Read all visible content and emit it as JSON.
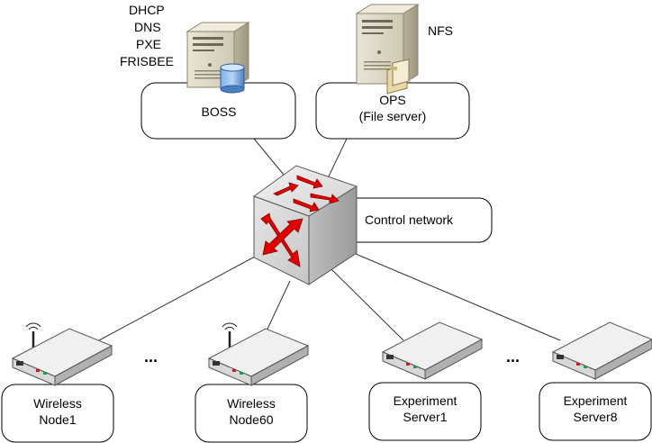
{
  "diagram": {
    "services": [
      "DHCP",
      "DNS",
      "PXE",
      "FRISBEE"
    ],
    "boss": {
      "label": "BOSS"
    },
    "ops": {
      "tag": "NFS",
      "line1": "OPS",
      "line2": "(File server)"
    },
    "control": {
      "label": "Control network"
    },
    "nodes": [
      {
        "line1": "Wireless",
        "line2": "Node1",
        "icon": "wireless-router-icon"
      },
      {
        "line1": "Wireless",
        "line2": "Node60",
        "icon": "wireless-router-icon"
      },
      {
        "line1": "Experiment",
        "line2": "Server1",
        "icon": "server-box-icon"
      },
      {
        "line1": "Experiment",
        "line2": "Server8",
        "icon": "server-box-icon"
      }
    ],
    "ellipses": [
      "...",
      "..."
    ]
  },
  "colors": {
    "switch_arrow": "#e00000",
    "switch_body": "#d6d6d6",
    "tower": "#d8d3bf",
    "database": "#5b8fd1",
    "box_border": "#000000"
  }
}
